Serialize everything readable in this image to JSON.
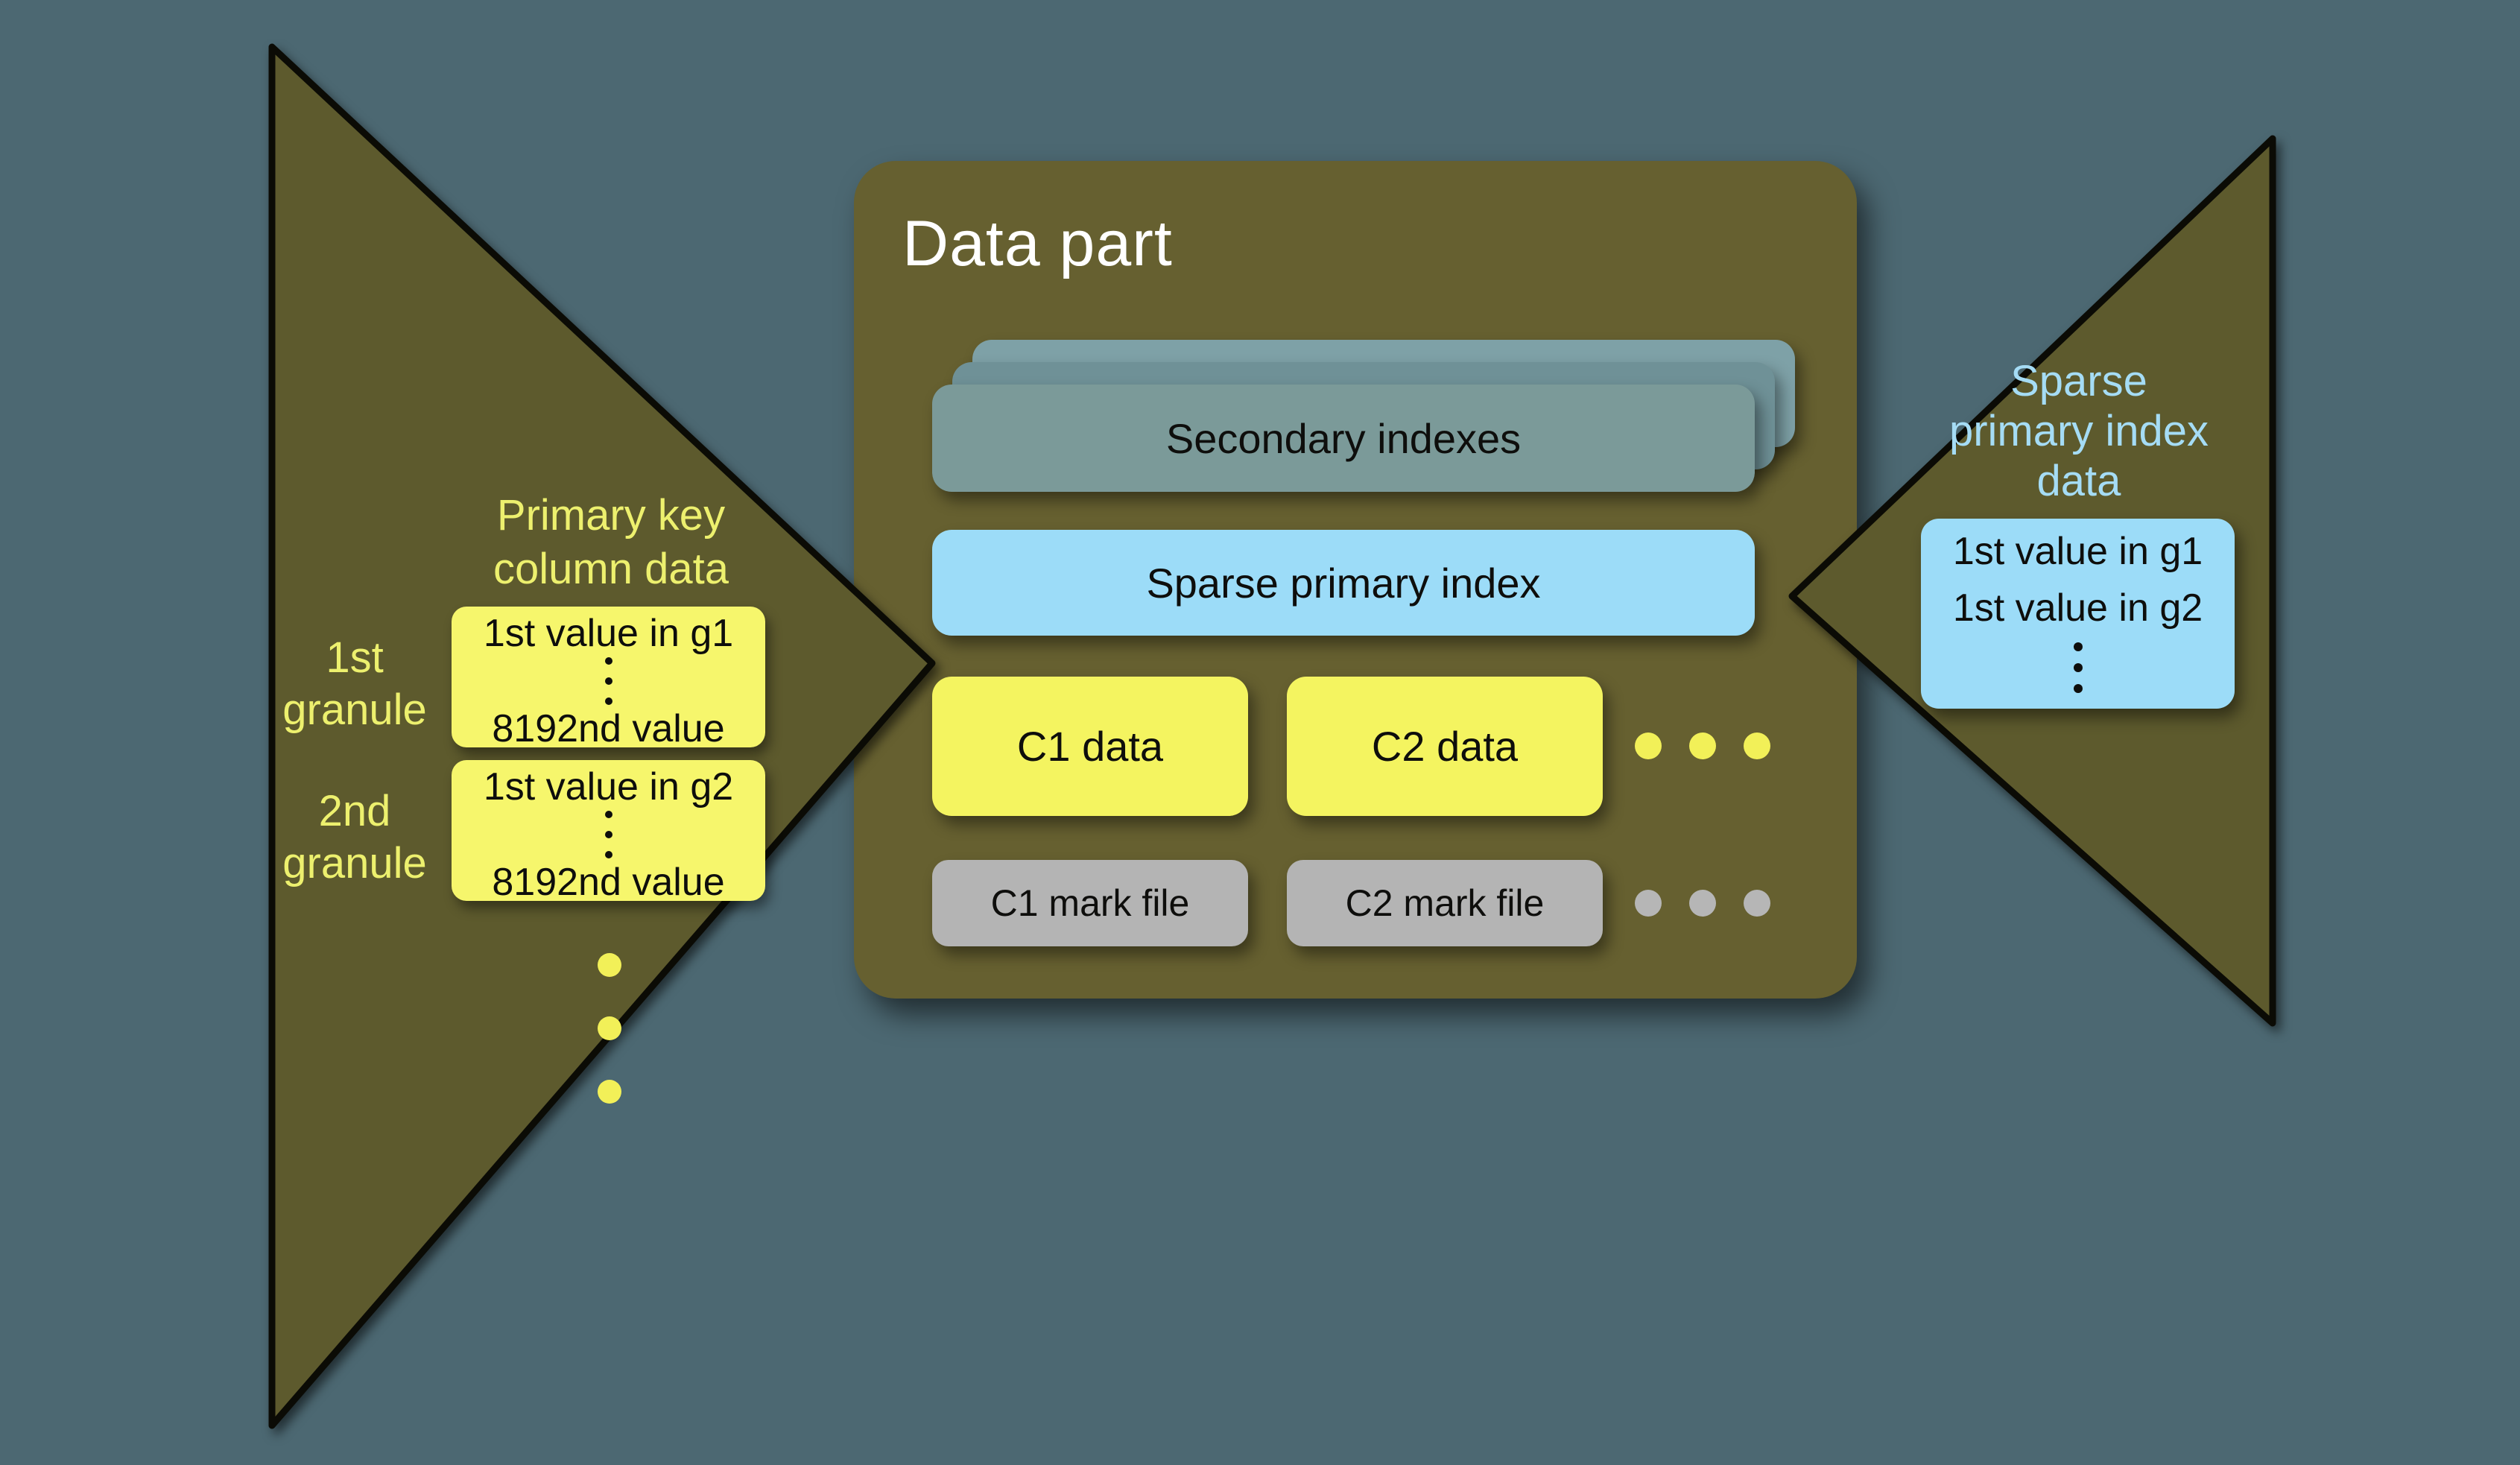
{
  "colors": {
    "background": "#4c6872",
    "funnel": "#5d5a2d",
    "panel": "#666030",
    "edge": "#0b0b05",
    "secondary_front": "#7b9a99",
    "secondary_mid": "#6f9197",
    "secondary_back": "#7ea1a7",
    "index_blue": "#9cdcf8",
    "data_yellow": "#f4f460",
    "small_yellow": "#f6f66c",
    "mark_gray": "#b4b4b4",
    "dot_yellow": "#f2f058",
    "dot_gray": "#b6b6b6",
    "heading_yellow": "#edf06e",
    "heading_blue": "#a5dcf5",
    "title_white": "#ffffff",
    "text_black": "#0e0e0c"
  },
  "panel": {
    "title": "Data part",
    "secondary_indexes_label": "Secondary indexes",
    "sparse_primary_index_label": "Sparse primary index",
    "columns": [
      {
        "data_label": "C1 data",
        "mark_label": "C1 mark file"
      },
      {
        "data_label": "C2 data",
        "mark_label": "C2 mark file"
      }
    ]
  },
  "left": {
    "heading_line1": "Primary key",
    "heading_line2": "column data",
    "granules": [
      {
        "label_line1": "1st",
        "label_line2": "granule",
        "first_value": "1st value in g1",
        "last_value": "8192nd value"
      },
      {
        "label_line1": "2nd",
        "label_line2": "granule",
        "first_value": "1st value in g2",
        "last_value": "8192nd value"
      }
    ]
  },
  "right": {
    "heading_line1": "Sparse",
    "heading_line2": "primary index",
    "heading_line3": "data",
    "values": [
      "1st value in g1",
      "1st value in g2"
    ]
  }
}
